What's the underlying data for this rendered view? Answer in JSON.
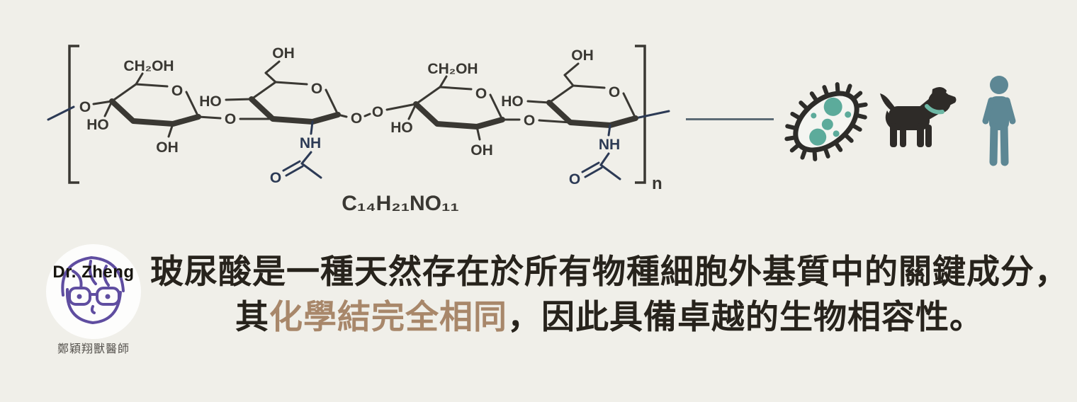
{
  "colors": {
    "background": "#f0efe9",
    "bond": "#3a3833",
    "hetero": "#2c3a55",
    "connector": "#5c6b75",
    "caption_text": "#27231c",
    "caption_highlight": "#a8876a",
    "logo_ink": "#5f4da0",
    "logo_subtitle": "#56534e",
    "bacteria_outline": "#2d2c29",
    "bacteria_fill": "#f4f5f1",
    "bacteria_dots": "#5cab9b",
    "dog_body": "#2e2b28",
    "dog_collar": "#6db8a5",
    "person": "#5d8794"
  },
  "molecule": {
    "labels": {
      "ch2oh": "CH₂OH",
      "oh": "OH",
      "ho": "HO",
      "o": "O",
      "nh": "NH",
      "repeat_index": "n",
      "formula": "C₁₄H₂₁NO₁₁"
    }
  },
  "icons": {
    "bacteria": "bacteria",
    "dog": "dog",
    "person": "person"
  },
  "logo": {
    "title": "Dr. Zheng",
    "subtitle": "鄭穎翔獸醫師"
  },
  "caption": {
    "line1": "玻尿酸是一種天然存在於所有物種細胞外基質中的關鍵成分，",
    "line2_pre": "其",
    "line2_highlight": "化學結完全相同",
    "line2_post": "，因此具備卓越的生物相容性。"
  }
}
